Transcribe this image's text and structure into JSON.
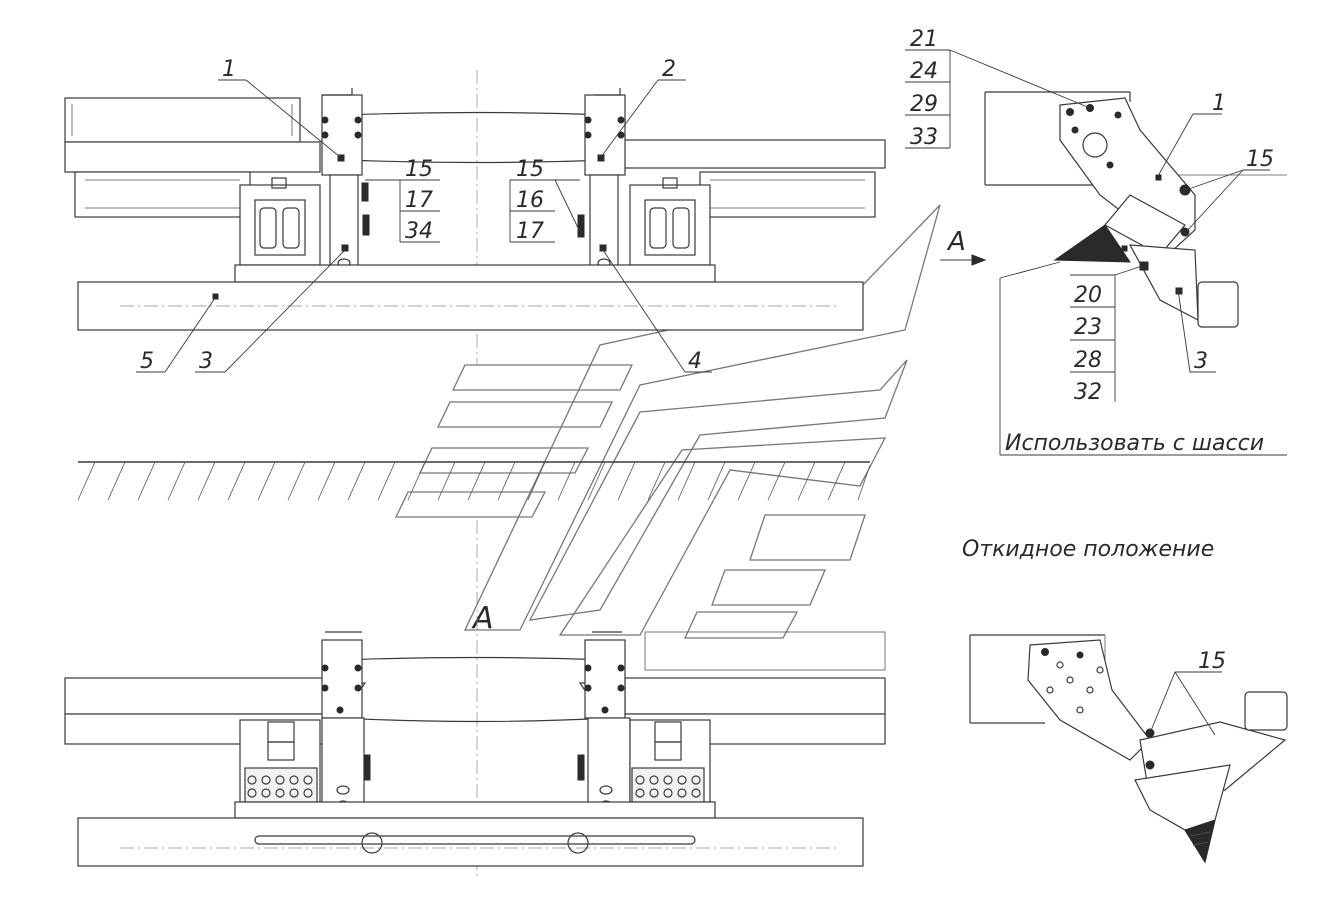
{
  "labels": {
    "top_view": {
      "p1": "1",
      "p2": "2",
      "p3": "3",
      "p4": "4",
      "p5": "5",
      "stack_left": [
        "15",
        "17",
        "34"
      ],
      "stack_right": [
        "15",
        "16",
        "17"
      ]
    },
    "section_view": {
      "stack_top": [
        "21",
        "24",
        "29",
        "33"
      ],
      "p1": "1",
      "p15": "15",
      "stack_bottom": [
        "20",
        "23",
        "28",
        "32"
      ],
      "p3": "3",
      "arrow": "A"
    },
    "folded_view": {
      "p15": "15"
    },
    "view_marker": "A"
  },
  "captions": {
    "chassis_note": "Использовать с шасси",
    "folded_position": "Откидное положение"
  }
}
